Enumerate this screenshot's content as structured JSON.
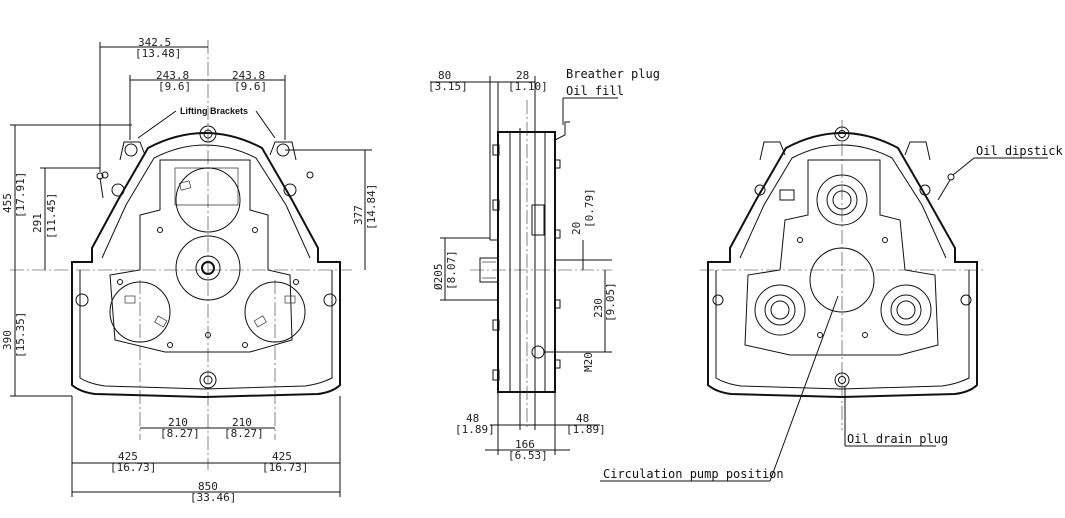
{
  "front_view": {
    "dims": {
      "d342_5": "342.5",
      "d13_48": "[13.48]",
      "d243_8a": "243.8",
      "d9_6a": "[9.6]",
      "d243_8b": "243.8",
      "d9_6b": "[9.6]",
      "d455": "455",
      "d17_91": "[17.91]",
      "d291": "291",
      "d11_45": "[11.45]",
      "d377": "377",
      "d14_84": "[14.84]",
      "d390": "390",
      "d15_35": "[15.35]",
      "d210a": "210",
      "d8_27a": "[8.27]",
      "d210b": "210",
      "d8_27b": "[8.27]",
      "d425a": "425",
      "d16_73a": "[16.73]",
      "d425b": "425",
      "d16_73b": "[16.73]",
      "d850": "850",
      "d33_46": "[33.46]"
    },
    "label_lifting": "Lifting Brackets"
  },
  "side_view": {
    "dims": {
      "d80": "80",
      "d3_15": "[3.15]",
      "d28": "28",
      "d1_10": "[1.10]",
      "d205": "Ø205",
      "d8_07": "[8.07]",
      "d20": "20",
      "d0_79": "[0.79]",
      "d230": "230",
      "d9_05": "[9.05]",
      "m20": "M20",
      "d48a": "48",
      "d1_89a": "[1.89]",
      "d48b": "48",
      "d1_89b": "[1.89]",
      "d166": "166",
      "d6_53": "[6.53]"
    },
    "label_breather": "Breather plug",
    "label_oilfill": "Oil fill"
  },
  "rear_view": {
    "label_dipstick": "Oil dipstick",
    "label_drain": "Oil drain plug",
    "label_pump": "Circulation pump position"
  }
}
